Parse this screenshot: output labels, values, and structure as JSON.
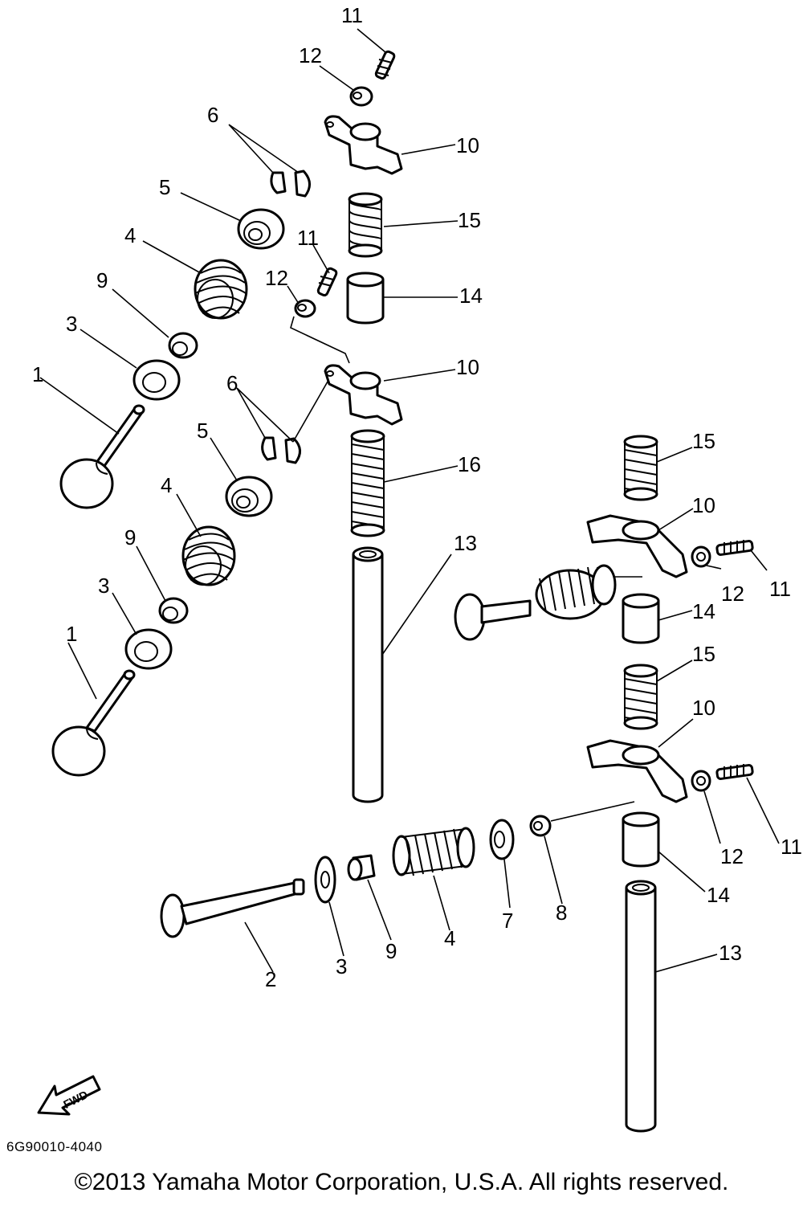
{
  "labels": {
    "p1": "1",
    "p2": "2",
    "p3": "3",
    "p4": "4",
    "p5": "5",
    "p6": "6",
    "p7": "7",
    "p8": "8",
    "p9": "9",
    "p10": "10",
    "p11": "11",
    "p12": "12",
    "p13": "13",
    "p14": "14",
    "p15": "15",
    "p16": "16"
  },
  "fwd_label": "FWD",
  "document_code": "6G90010-4040",
  "copyright": "©2013 Yamaha Motor Corporation, U.S.A. All rights reserved."
}
